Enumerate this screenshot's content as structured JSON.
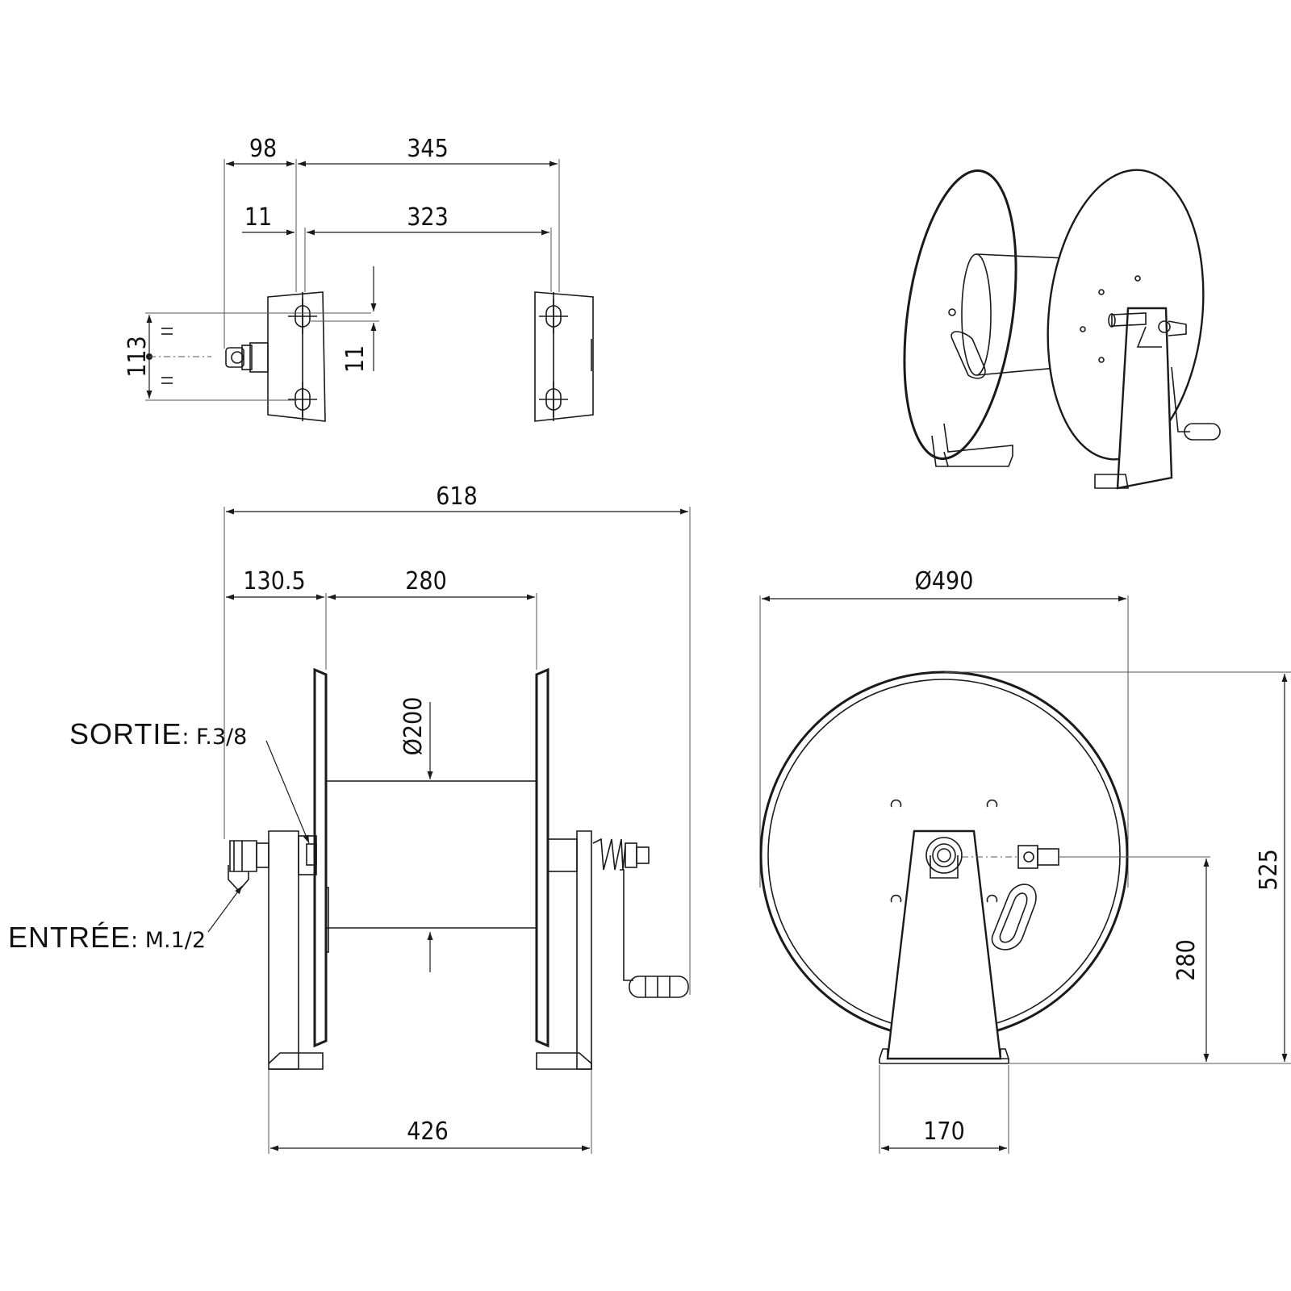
{
  "dimensions": {
    "top_view": {
      "d98": "98",
      "d345": "345",
      "d11_a": "11",
      "d323": "323",
      "d113": "113",
      "d11_b": "11"
    },
    "front_view": {
      "d618": "618",
      "d130": "130.5",
      "d280": "280",
      "d200": "Ø200",
      "d426": "426"
    },
    "side_view": {
      "d490": "Ø490",
      "d525": "525",
      "d280": "280",
      "d170": "170"
    }
  },
  "labels": {
    "outlet": {
      "name": "SORTIE",
      "spec": ": F.3/8"
    },
    "inlet": {
      "name": "ENTRÉE",
      "spec": ": M.1/2"
    }
  }
}
